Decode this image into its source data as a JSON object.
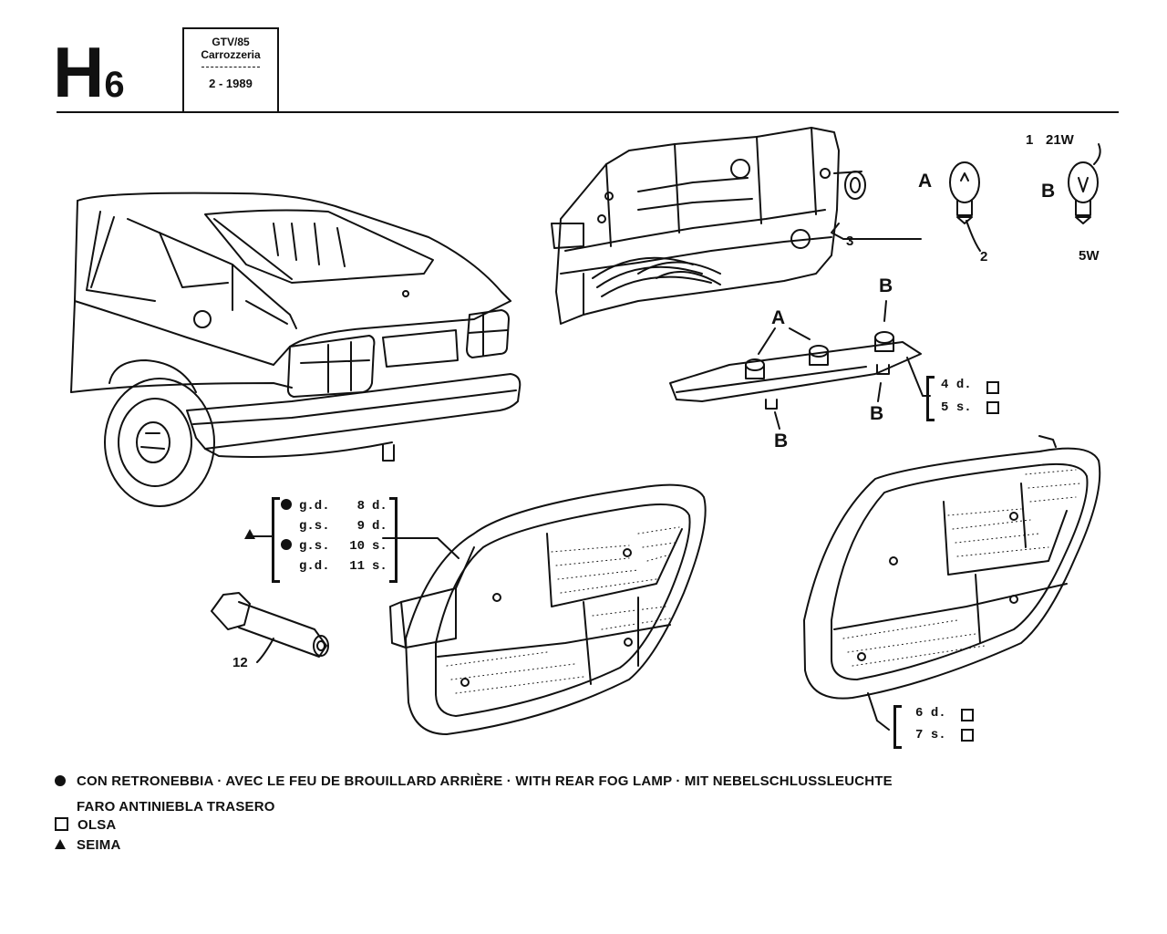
{
  "sheet": {
    "letter": "H",
    "number": "6"
  },
  "header_box": {
    "model": "GTV/85",
    "section": "Carrozzeria",
    "date": "2 - 1989"
  },
  "callouts": {
    "p1": "1",
    "p1_watt": "21W",
    "p2": "2",
    "p3": "3",
    "p5w": "5W",
    "bulb_a": "A",
    "bulb_b": "B",
    "board_a": "A",
    "board_b1": "B",
    "board_b2": "B",
    "board_b3": "B",
    "p4": "4",
    "p4_side": "d.",
    "p5": "5",
    "p5_side": "s.",
    "p6": "6",
    "p6_side": "d.",
    "p7": "7",
    "p7_side": "s.",
    "p12": "12"
  },
  "variants": [
    {
      "marker": "dot",
      "code": "g.d.",
      "num": "8",
      "side": "d."
    },
    {
      "marker": "triangle",
      "code": "g.s.",
      "num": "9",
      "side": "d."
    },
    {
      "marker": "dot",
      "code": "g.s.",
      "num": "10",
      "side": "s."
    },
    {
      "marker": "none",
      "code": "g.d.",
      "num": "11",
      "side": "s."
    }
  ],
  "legend": {
    "fog_line1": "CON RETRONEBBIA · AVEC LE FEU DE BROUILLARD ARRIÈRE · WITH REAR FOG LAMP · MIT NEBELSCHLUSSLEUCHTE",
    "fog_line2": "FARO ANTINIEBLA TRASERO",
    "olsa": "OLSA",
    "seima": "SEIMA"
  },
  "icons": [
    "filled-dot-icon",
    "square-icon",
    "triangle-icon",
    "bulb-icon"
  ]
}
